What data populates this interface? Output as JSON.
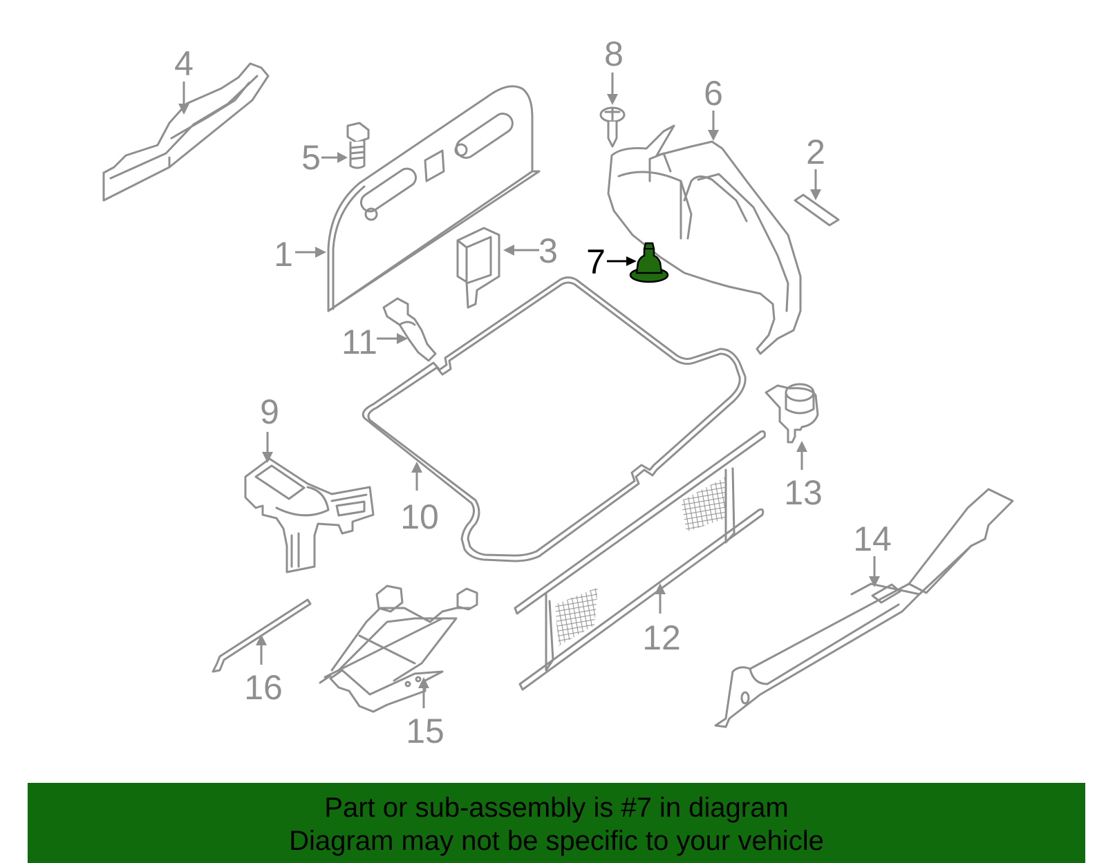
{
  "colors": {
    "part_stroke": "#8f8f8f",
    "highlight_part": "#1f6b0e",
    "highlight_outline": "#000000",
    "banner_bg": "#0f6b0c",
    "banner_text": "#000000"
  },
  "highlighted_part": "7",
  "callouts": [
    "1",
    "2",
    "3",
    "4",
    "5",
    "6",
    "7",
    "8",
    "9",
    "10",
    "11",
    "12",
    "13",
    "14",
    "15",
    "16"
  ],
  "banner": {
    "line1": "Part or sub-assembly is #7 in diagram",
    "line2": "Diagram may not be specific to your vehicle"
  }
}
